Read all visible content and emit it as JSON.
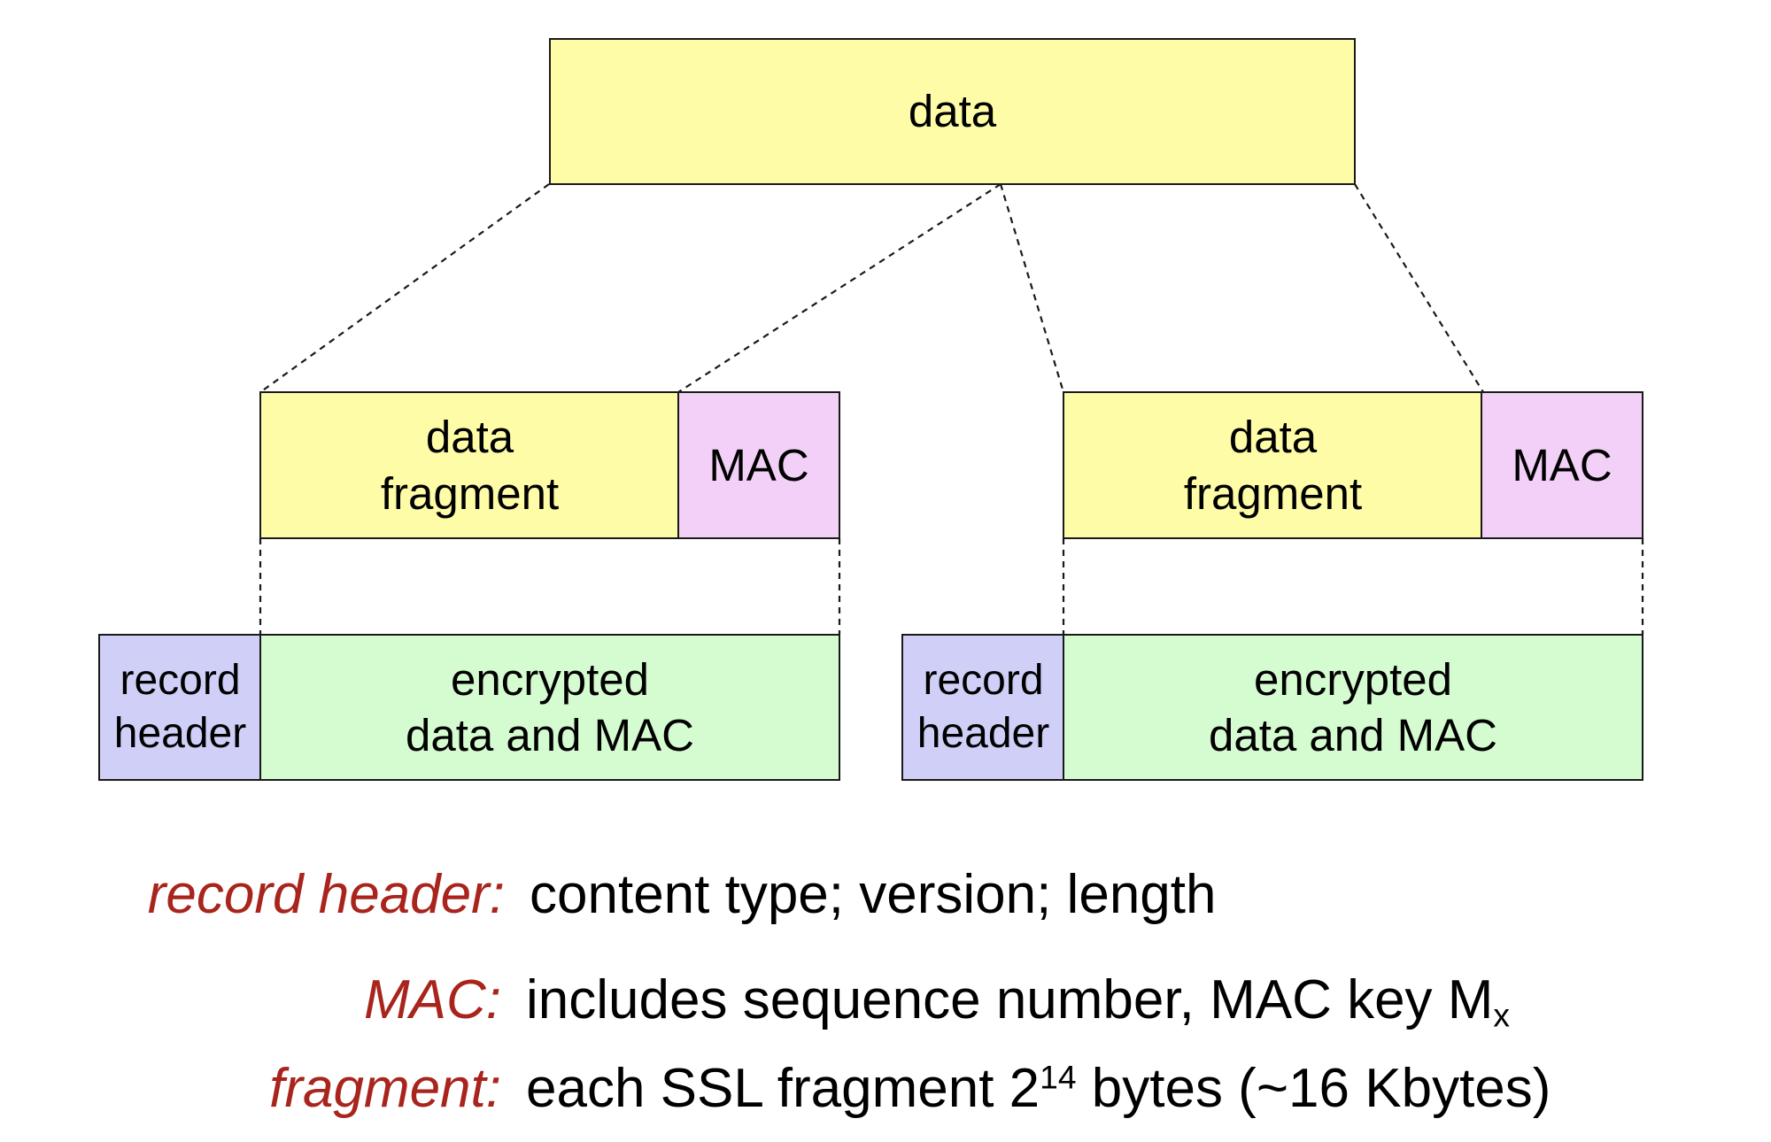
{
  "diagram": {
    "data_box": "data",
    "fragments": [
      {
        "fragment_label": "data\nfragment",
        "mac_label": "MAC",
        "record_header_label": "record\nheader",
        "encrypted_label": "encrypted\ndata and MAC"
      },
      {
        "fragment_label": "data\nfragment",
        "mac_label": "MAC",
        "record_header_label": "record\nheader",
        "encrypted_label": "encrypted\ndata and MAC"
      }
    ]
  },
  "legend": {
    "record_header": {
      "key": "record header:",
      "value": "content type; version; length"
    },
    "mac": {
      "key": "MAC:",
      "value_pre": "includes sequence number, MAC key M",
      "value_sub": "x"
    },
    "fragment": {
      "key": "fragment:",
      "value_pre": "each SSL fragment 2",
      "value_sup": "14",
      "value_post": " bytes (~16 Kbytes)"
    }
  },
  "colors": {
    "data_fill": "#fefca6",
    "mac_fill": "#f3d0f7",
    "record_header_fill": "#cfcff7",
    "encrypted_fill": "#d5fbd0",
    "legend_key": "#a8241c"
  }
}
